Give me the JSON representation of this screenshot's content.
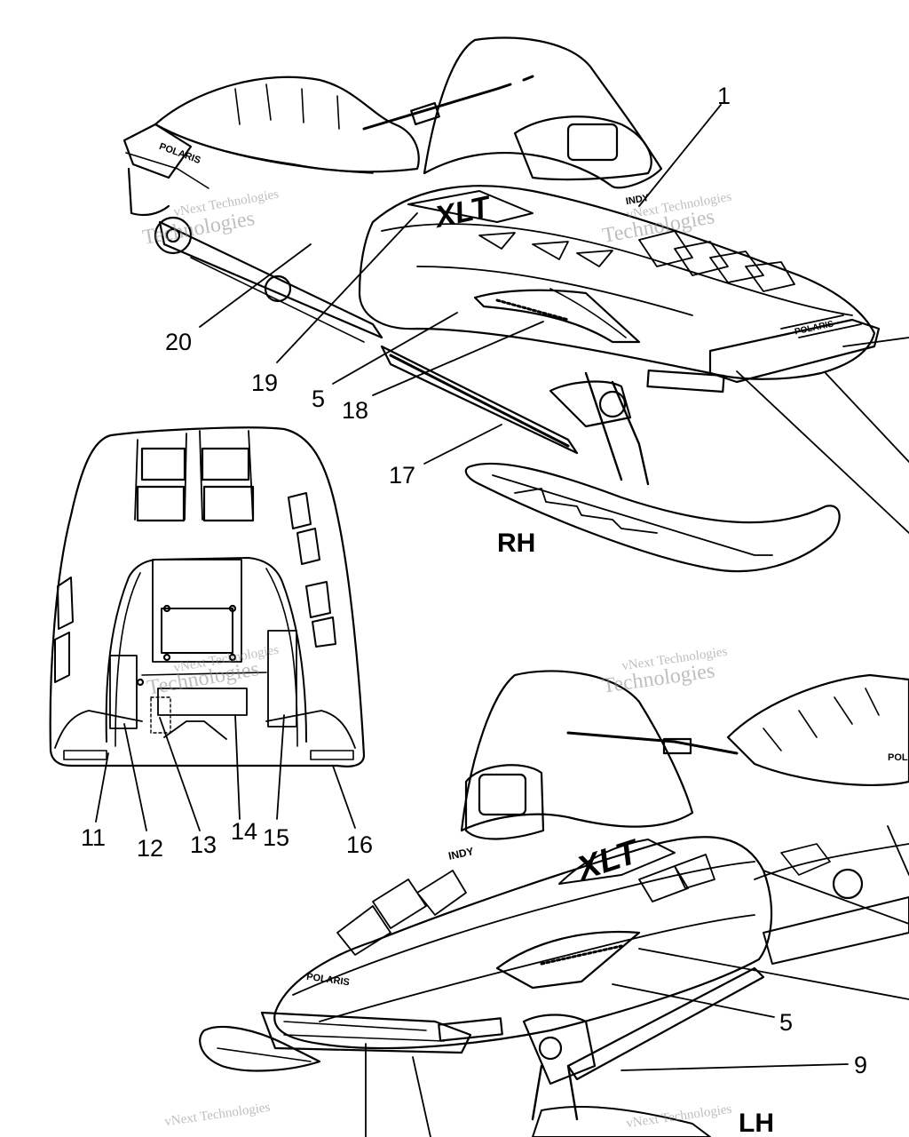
{
  "callouts": {
    "c1": "1",
    "c20": "20",
    "c19": "19",
    "c5_top": "5",
    "c18": "18",
    "c17": "17",
    "c11": "11",
    "c12": "12",
    "c13": "13",
    "c14": "14",
    "c15": "15",
    "c16": "16",
    "c5_bottom": "5",
    "c9": "9"
  },
  "views": {
    "rh": "RH",
    "lh": "LH"
  },
  "decal_text": {
    "brand": "POLARIS",
    "model": "XLT",
    "indy": "INDY"
  },
  "watermark": {
    "line1": "vNext Technologies",
    "line2": "Technologies"
  },
  "colors": {
    "ink": "#000000",
    "paper": "#ffffff",
    "watermark": "#8a8a8a"
  }
}
